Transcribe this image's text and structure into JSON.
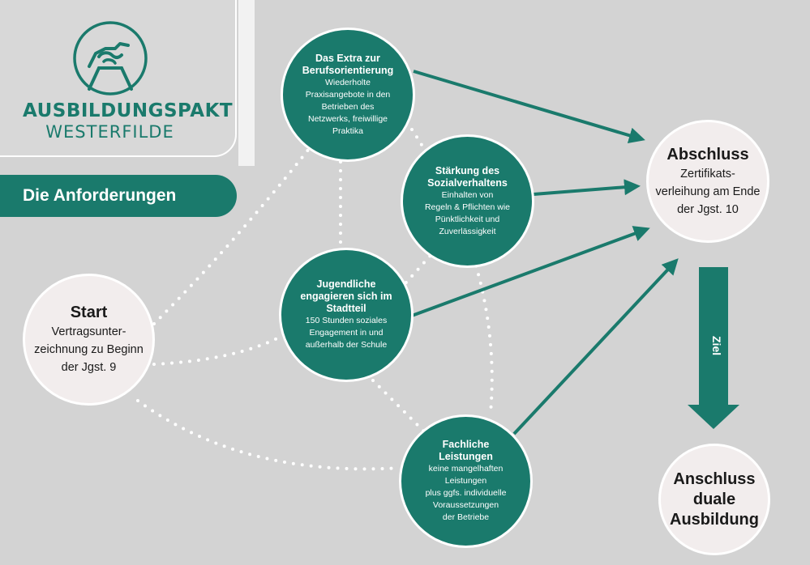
{
  "brand": {
    "title": "AUSBILDUNGSPAKT",
    "subtitle": "WESTERFILDE",
    "emblem_icon": "handshake-icon"
  },
  "section": {
    "heading": "Die Anforderungen"
  },
  "colors": {
    "accent": "#1a7a6c",
    "background": "#d3d3d3",
    "node_light": "#f2eded",
    "text_dark": "#1a1a1a"
  },
  "nodes": {
    "start": {
      "title": "Start",
      "desc": "Vertragsunter-\nzeichnung zu Beginn\nder Jgst. 9"
    },
    "extra": {
      "title": "Das Extra zur\nBerufsorientierung",
      "desc": "Wiederholte\nPraxisangebote in den\nBetrieben des\nNetzwerks, freiwillige\nPraktika"
    },
    "social": {
      "title": "Stärkung des\nSozialverhaltens",
      "desc": "Einhalten von\nRegeln & Pflichten wie\nPünktlichkeit und\nZuverlässigkeit"
    },
    "youth": {
      "title": "Jugendliche\nengagieren sich im\nStadtteil",
      "desc": "150 Stunden soziales\nEngagement in und\naußerhalb der Schule"
    },
    "tech": {
      "title": "Fachliche\nLeistungen",
      "desc": "keine mangelhaften\nLeistungen\nplus ggfs. individuelle\nVoraussetzungen\nder Betriebe"
    },
    "end": {
      "title": "Abschluss",
      "desc": "Zertifikats-\nverleihung am Ende\nder Jgst. 10"
    },
    "final": {
      "title": "Anschluss\nduale\nAusbildung"
    }
  },
  "goal_arrow": {
    "label": "Ziel"
  }
}
